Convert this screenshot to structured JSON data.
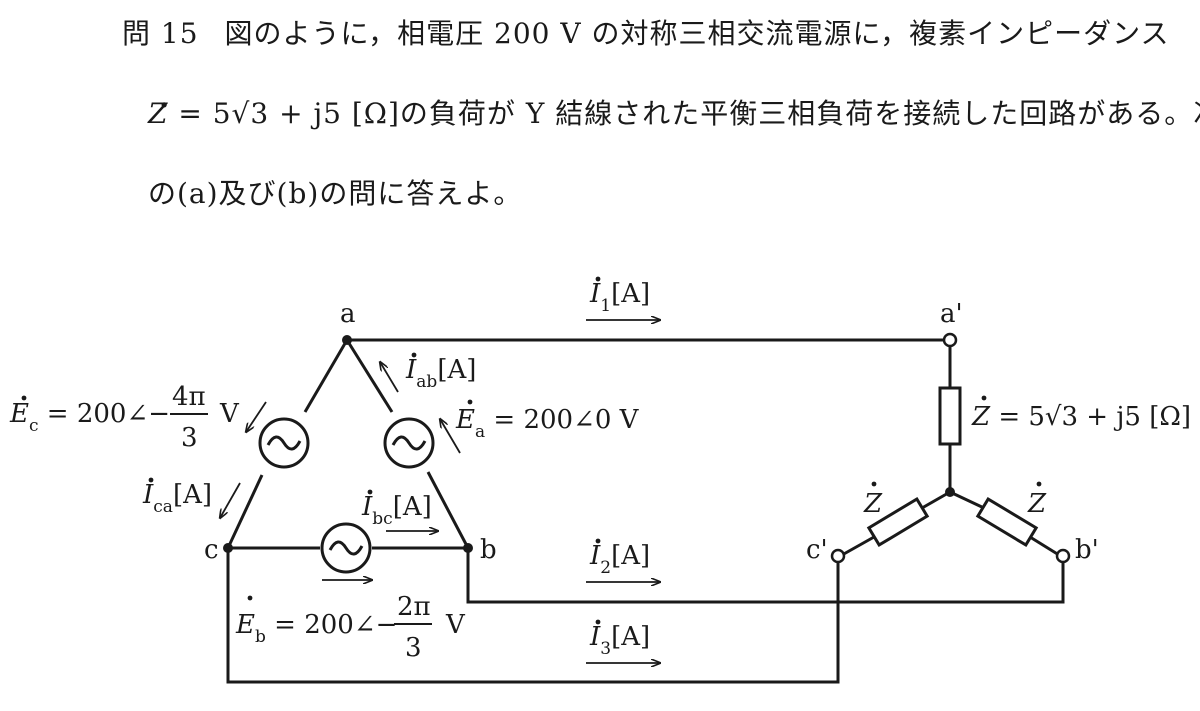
{
  "question": {
    "number": "問 15",
    "line1_text": "図のように，相電圧 200 V の対称三相交流電源に，複素インピーダンス",
    "line2_z": "Z",
    "line2_eq": " = 5√3 + j5 [Ω]",
    "line2_rest": "の負荷が Y 結線された平衡三相負荷を接続した回路がある。次",
    "line3_text": "の(a)及び(b)の問に答えよ。"
  },
  "diagram": {
    "node_a": "a",
    "node_b": "b",
    "node_c": "c",
    "node_a_prime": "a'",
    "node_b_prime": "b'",
    "node_c_prime": "c'",
    "current_i1": "I",
    "current_i1_sub": "1",
    "current_i2": "I",
    "current_i2_sub": "2",
    "current_i3": "I",
    "current_i3_sub": "3",
    "current_iab": "I",
    "current_iab_sub": "ab",
    "current_ibc": "I",
    "current_ibc_sub": "bc",
    "current_ica": "I",
    "current_ica_sub": "ca",
    "unit_A": "[A]",
    "source_ea_sym": "E",
    "source_ea_sub": "a",
    "source_ea_val": " = 200∠0  V",
    "source_eb_sym": "E",
    "source_eb_sub": "b",
    "source_eb_val": " = 200∠−",
    "source_eb_num": "2π",
    "source_eb_den": "3",
    "source_ec_sym": "E",
    "source_ec_sub": "c",
    "source_ec_val": " = 200∠−",
    "source_ec_num": "4π",
    "source_ec_den": "3",
    "unit_V": "V",
    "load_z_sym": "Z",
    "load_z_val": " = 5√3 + j5  [Ω]",
    "load_z_b": "Z",
    "load_z_c": "Z"
  }
}
